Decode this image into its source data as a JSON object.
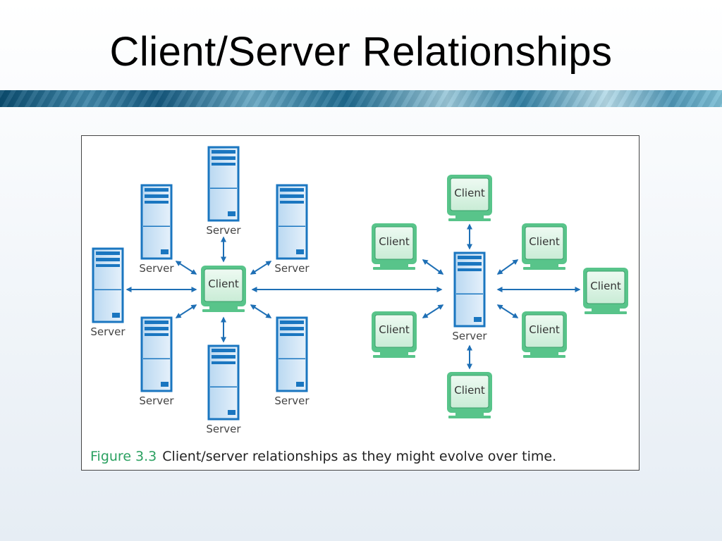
{
  "slide": {
    "title": "Client/Server Relationships"
  },
  "figure": {
    "label": "Figure 3.3",
    "caption": "Client/server relationships as they might evolve over time.",
    "client_label": "Client",
    "server_label": "Server"
  },
  "colors": {
    "server_blue": "#1a76c0",
    "server_light": "#cfe4f6",
    "client_green": "#58c48a",
    "client_light": "#dff4e7",
    "arrow_blue": "#1e6fb5",
    "caption_label_green": "#2aa060"
  },
  "left_group": {
    "center": "Client",
    "surrounding": [
      "Server",
      "Server",
      "Server",
      "Server",
      "Server",
      "Server",
      "Server"
    ]
  },
  "right_group": {
    "center": "Server",
    "surrounding": [
      "Client",
      "Client",
      "Client",
      "Client",
      "Client",
      "Client",
      "Client"
    ]
  }
}
